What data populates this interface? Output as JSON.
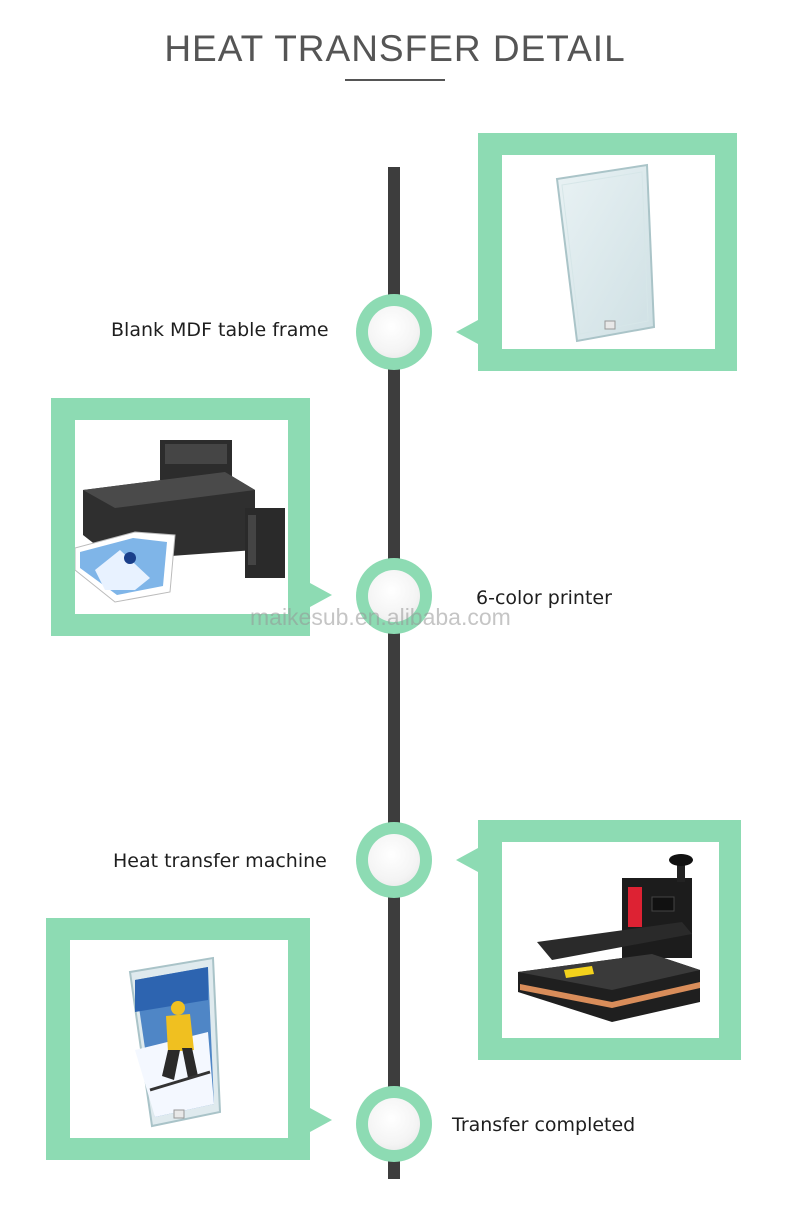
{
  "header": {
    "title": "HEAT TRANSFER DETAIL"
  },
  "steps": [
    {
      "label": "Blank MDF table frame"
    },
    {
      "label": "6-color printer"
    },
    {
      "label": "Heat transfer machine"
    },
    {
      "label": "Transfer completed"
    }
  ],
  "watermark": {
    "text": "maikesub.en.alibaba.com"
  },
  "colors": {
    "accent": "#8ddbb3",
    "timeline": "#3d3d3d",
    "title": "#555555"
  },
  "icons": {
    "photo1": "glass-frame-icon",
    "photo2": "printer-icon",
    "photo3": "heat-press-icon",
    "photo4": "printed-frame-icon"
  }
}
